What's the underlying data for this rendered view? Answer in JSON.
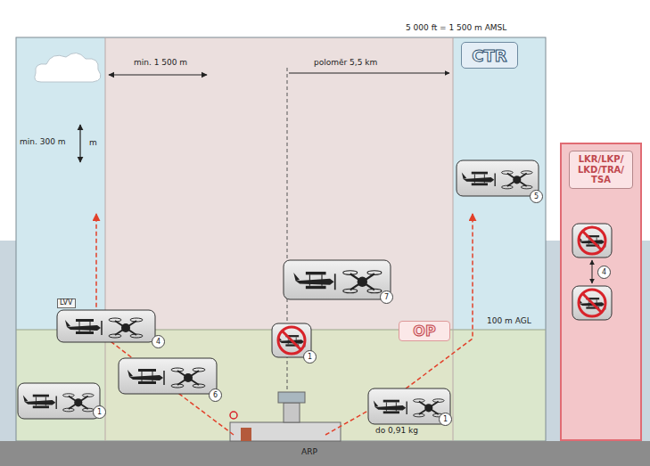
{
  "diagram": {
    "nodes": [
      {
        "text": [
          "CTR"
        ]
      },
      {
        "text": [
          "OP"
        ]
      },
      {
        "text": [
          "LKR/LKP/ LKD/TRA/ TSA"
        ]
      }
    ],
    "labels": [
      "5 000 ft = 1 500 m AMSL",
      "poloměr 5,5 km",
      "min. 1 500 m",
      "min. 300 m",
      "m",
      "LVV",
      "100 m AGL",
      "do 0,91 kg",
      "ARP",
      "1",
      "4",
      "6",
      "1",
      "7",
      "1",
      "5",
      "4"
    ]
  }
}
